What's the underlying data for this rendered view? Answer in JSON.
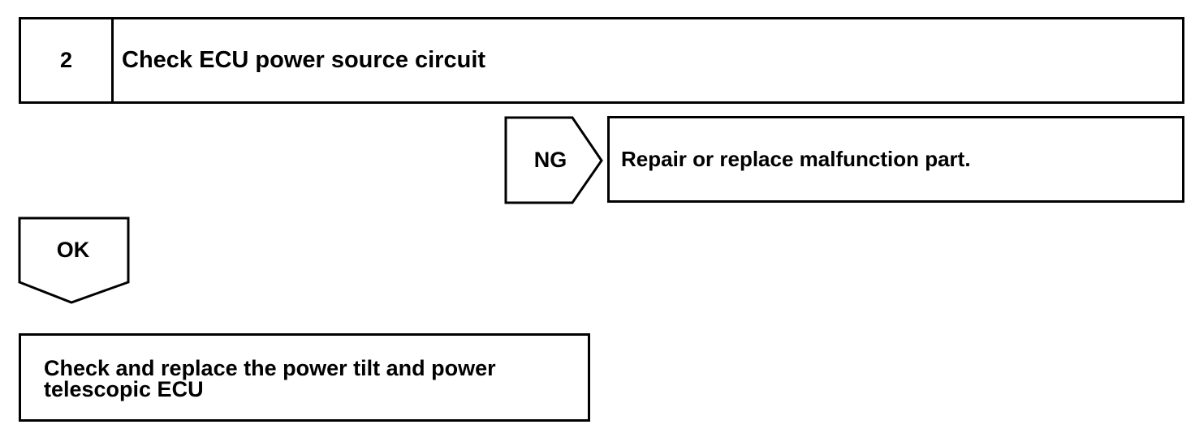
{
  "step": {
    "number": "2",
    "title": "Check ECU power source circuit"
  },
  "ng_branch": {
    "label": "NG",
    "action": "Repair or replace malfunction part."
  },
  "ok_branch": {
    "label": "OK",
    "action": "Check and replace the power tilt and power telescopic ECU"
  }
}
